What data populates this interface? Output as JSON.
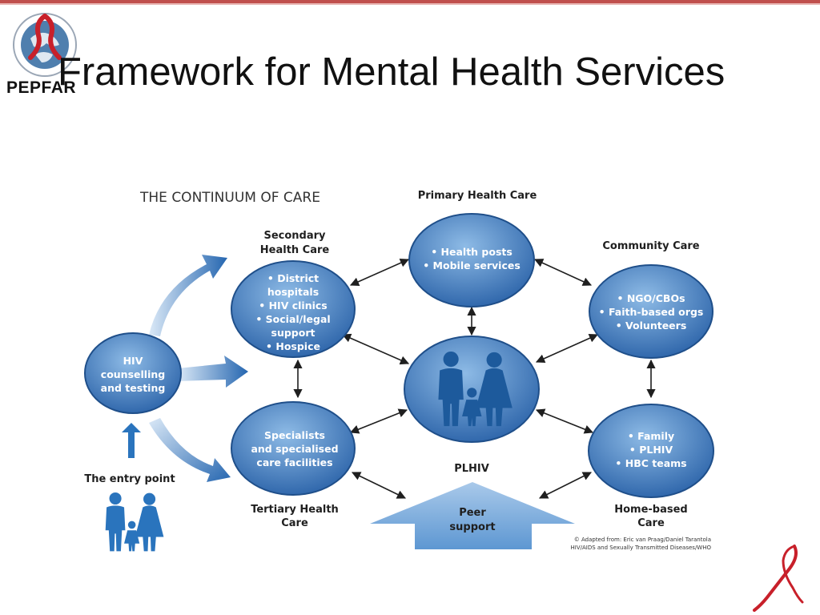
{
  "slide": {
    "title": "Framework for Mental Health Services",
    "logo_text": "PEPFAR"
  },
  "diagram": {
    "heading": "THE CONTINUUM OF CARE",
    "primary": {
      "caption": "Primary Health Care",
      "items": [
        "• Health posts",
        "• Mobile services"
      ]
    },
    "secondary": {
      "caption": [
        "Secondary",
        "Health Care"
      ],
      "items": [
        "• District",
        "hospitals",
        "• HIV clinics",
        "• Social/legal",
        "support",
        "• Hospice"
      ]
    },
    "community": {
      "caption": "Community Care",
      "items": [
        "• NGO/CBOs",
        "• Faith-based orgs",
        "• Volunteers"
      ]
    },
    "hiv": {
      "items": [
        "HIV",
        "counselling",
        "and testing"
      ]
    },
    "tertiary": {
      "caption": [
        "Tertiary Health",
        "Care"
      ],
      "items": [
        "Specialists",
        "and specialised",
        "care facilities"
      ]
    },
    "home": {
      "caption": [
        "Home-based",
        "Care"
      ],
      "items": [
        "• Family",
        "• PLHIV",
        "• HBC teams"
      ]
    },
    "center": {
      "caption": "PLHIV"
    },
    "entry_point": "The entry point",
    "peer_support": [
      "Peer",
      "support"
    ],
    "credit": [
      "© Adapted from: Eric van Praag/Daniel Tarantola",
      "HIV/AIDS and Sexually Transmitted Diseases/WHO"
    ]
  },
  "colors": {
    "circle_dark": "#2f6fb5",
    "circle_light": "#7fb0e0",
    "arrow_blue": "#2a74bd",
    "accent_red": "#c0504d",
    "ribbon_red": "#c8202a"
  },
  "icons": [
    "peppfar-seal-icon",
    "family-icon",
    "aids-ribbon-icon"
  ]
}
